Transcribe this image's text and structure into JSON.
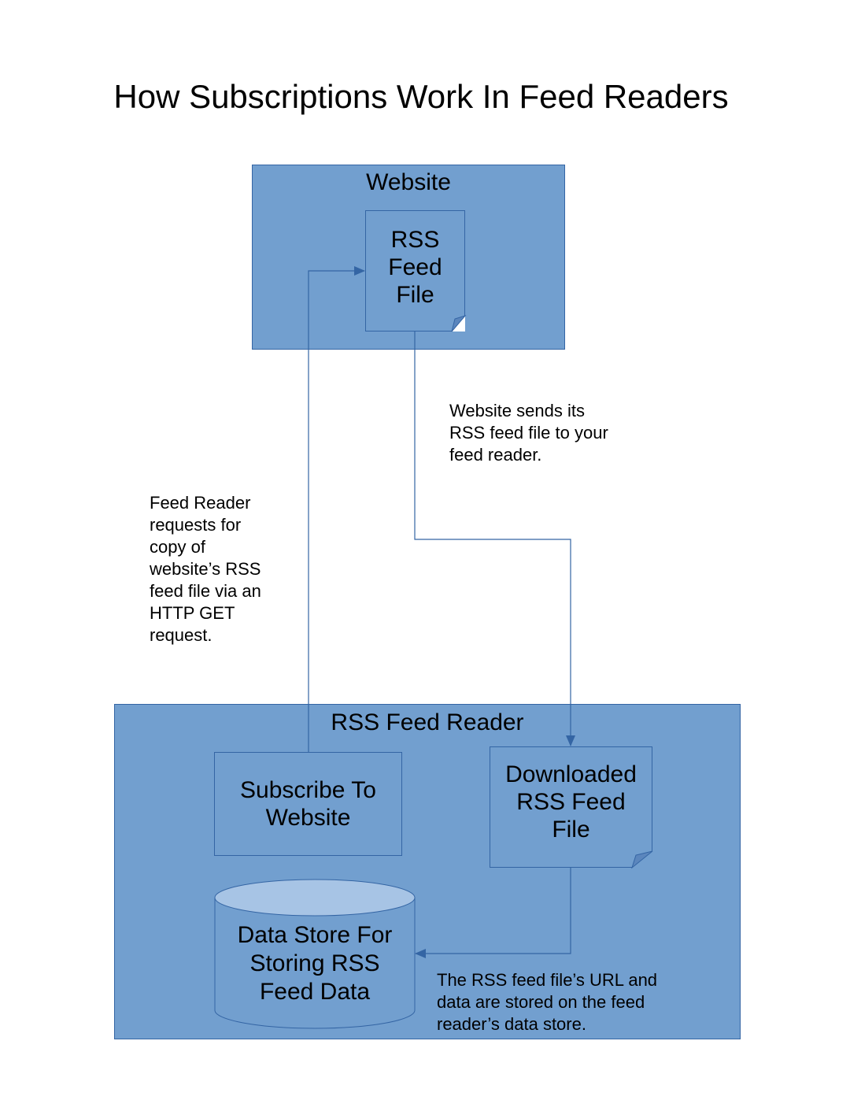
{
  "diagram": {
    "title": "How Subscriptions Work In Feed Readers",
    "website": {
      "label": "Website",
      "feed_file": "RSS\nFeed\nFile"
    },
    "reader": {
      "label": "RSS Feed Reader",
      "subscribe": "Subscribe To\nWebsite",
      "downloaded_file": "Downloaded\nRSS Feed\nFile",
      "data_store": "Data Store For\nStoring RSS\nFeed Data"
    },
    "notes": {
      "request": "Feed Reader\nrequests for\ncopy of\nwebsite’s RSS\nfeed file via an\nHTTP GET\nrequest.",
      "send": "Website sends its\nRSS feed file to your\nfeed reader.",
      "store": "The RSS feed file’s URL and\ndata are stored on the feed\nreader’s data store."
    },
    "colors": {
      "fill": "#729fcf",
      "border": "#3465a4",
      "cylinder_top": "#a7c4e5",
      "fold": "#5b86bd"
    }
  }
}
